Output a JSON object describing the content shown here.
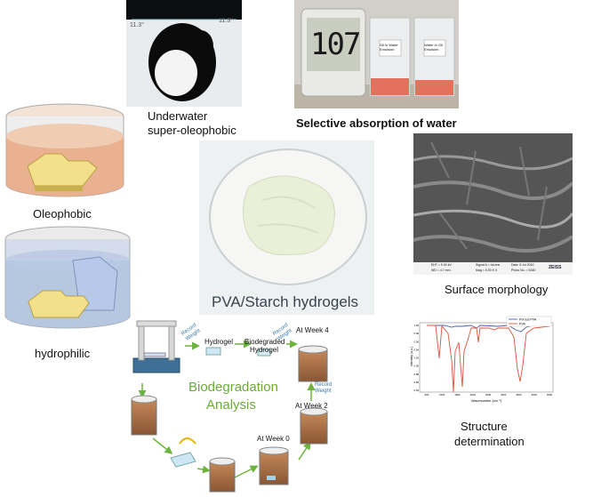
{
  "labels": {
    "underwater_line1": "Underwater",
    "underwater_line2": "super-oleophobic",
    "selective": "Selective absorption of water",
    "oleophobic": "Oleophobic",
    "hydrophilic": "hydrophilic",
    "pva_starch": "PVA/Starch hydrogels",
    "surface_morphology": "Surface morphology",
    "structure_line1": "Structure",
    "structure_line2": "determination"
  },
  "contact_angle": {
    "left": "11.3°",
    "right": "11.3°"
  },
  "clock": {
    "value": "107"
  },
  "beakers": {
    "left_label": "Oil in Water Emulsion",
    "right_label": "Water in Oil Emulsion"
  },
  "sem_info": {
    "col1a": "EHT = 5.00 kV",
    "col1b": "WD = 4.7 mm",
    "col2a": "Signal A = InLens",
    "col2b": "Mag = 5.00 K X",
    "col3a": "Date: 8 Jul 2019",
    "col3b": "Photo No. = 5340",
    "brand": "ZEISS"
  },
  "ftir": {
    "legend": [
      "Porous PVA",
      "PVA"
    ],
    "colors": {
      "series_a": "#4a5fa8",
      "series_b": "#d9533a"
    },
    "ylabel": "Intensity (a.u.)",
    "xlabel": "Wavenumber (cm⁻¹)",
    "yticks": [
      "1.00",
      "0.98",
      "0.96",
      "0.94",
      "0.92",
      "0.90",
      "0.88",
      "0.86",
      "0.84"
    ],
    "xticks": [
      "500",
      "1000",
      "1500",
      "2000",
      "2500",
      "3000",
      "3500",
      "4000",
      "4500"
    ]
  },
  "biodeg": {
    "title_line1": "Biodegradation",
    "title_line2": "Analysis",
    "hydrogel": "Hydrogel",
    "biodegraded_line1": "Biodegraded",
    "biodegraded_line2": "Hydrogel",
    "record_weight_a_line1": "Record",
    "record_weight_a_line2": "Weight",
    "record_weight_b_line1": "Record",
    "record_weight_b_line2": "Weight",
    "record_weight_c_line1": "Record",
    "record_weight_c_line2": "Weight",
    "week4": "At Week 4",
    "week2": "At Week 2",
    "week0": "At Week 0",
    "title_color": "#6aaa3a",
    "arrow_color": "#6db33f"
  }
}
